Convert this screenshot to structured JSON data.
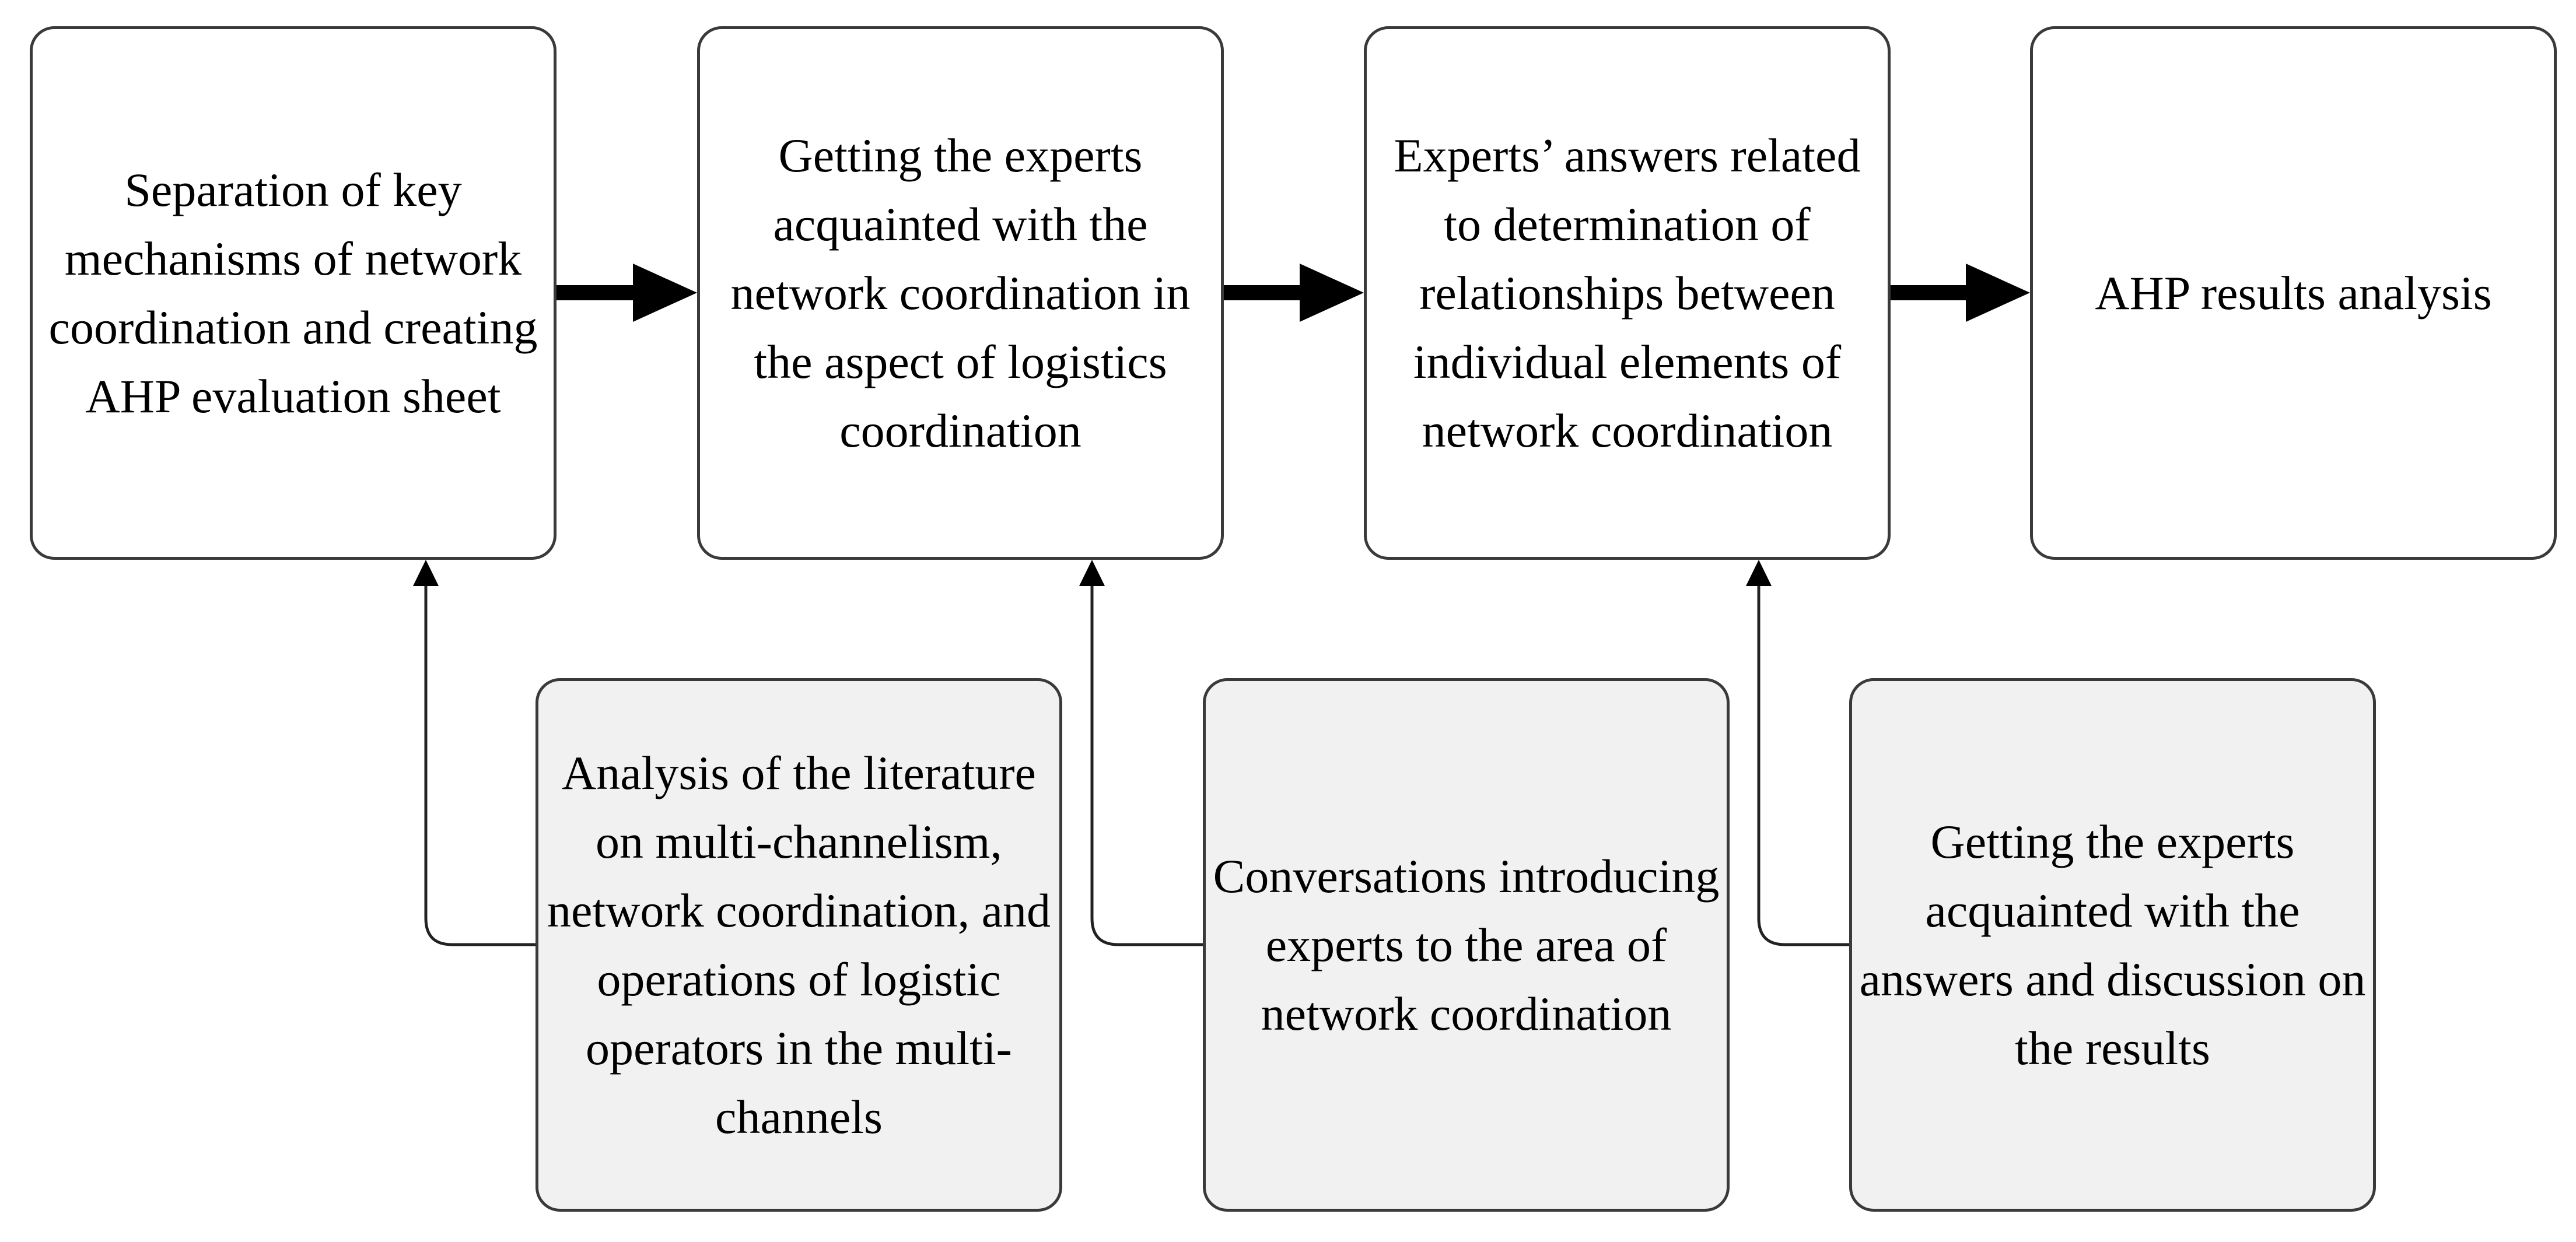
{
  "steps": [
    {
      "text": "Separation of key mechanisms of network coordination and creating AHP evaluation sheet"
    },
    {
      "text": "Getting the experts acquainted with the network coordination in the aspect of logistics coordination"
    },
    {
      "text": "Experts’ answers related to determination of relationships between individual elements of network coordination"
    },
    {
      "text": "AHP results analysis"
    }
  ],
  "inputs": [
    {
      "text": "Analysis of the literature on multi-channelism, network coordination, and operations of logistic operators in the multi-channels"
    },
    {
      "text": "Conversations introducing experts to the area of network coordination"
    },
    {
      "text": "Getting the experts acquainted with the answers and discussion on the results"
    }
  ],
  "colors": {
    "border": "#3a3a3a",
    "step_fill": "#ffffff",
    "input_fill": "#f1f1f1",
    "arrow": "#000000",
    "connector": "#222222"
  }
}
